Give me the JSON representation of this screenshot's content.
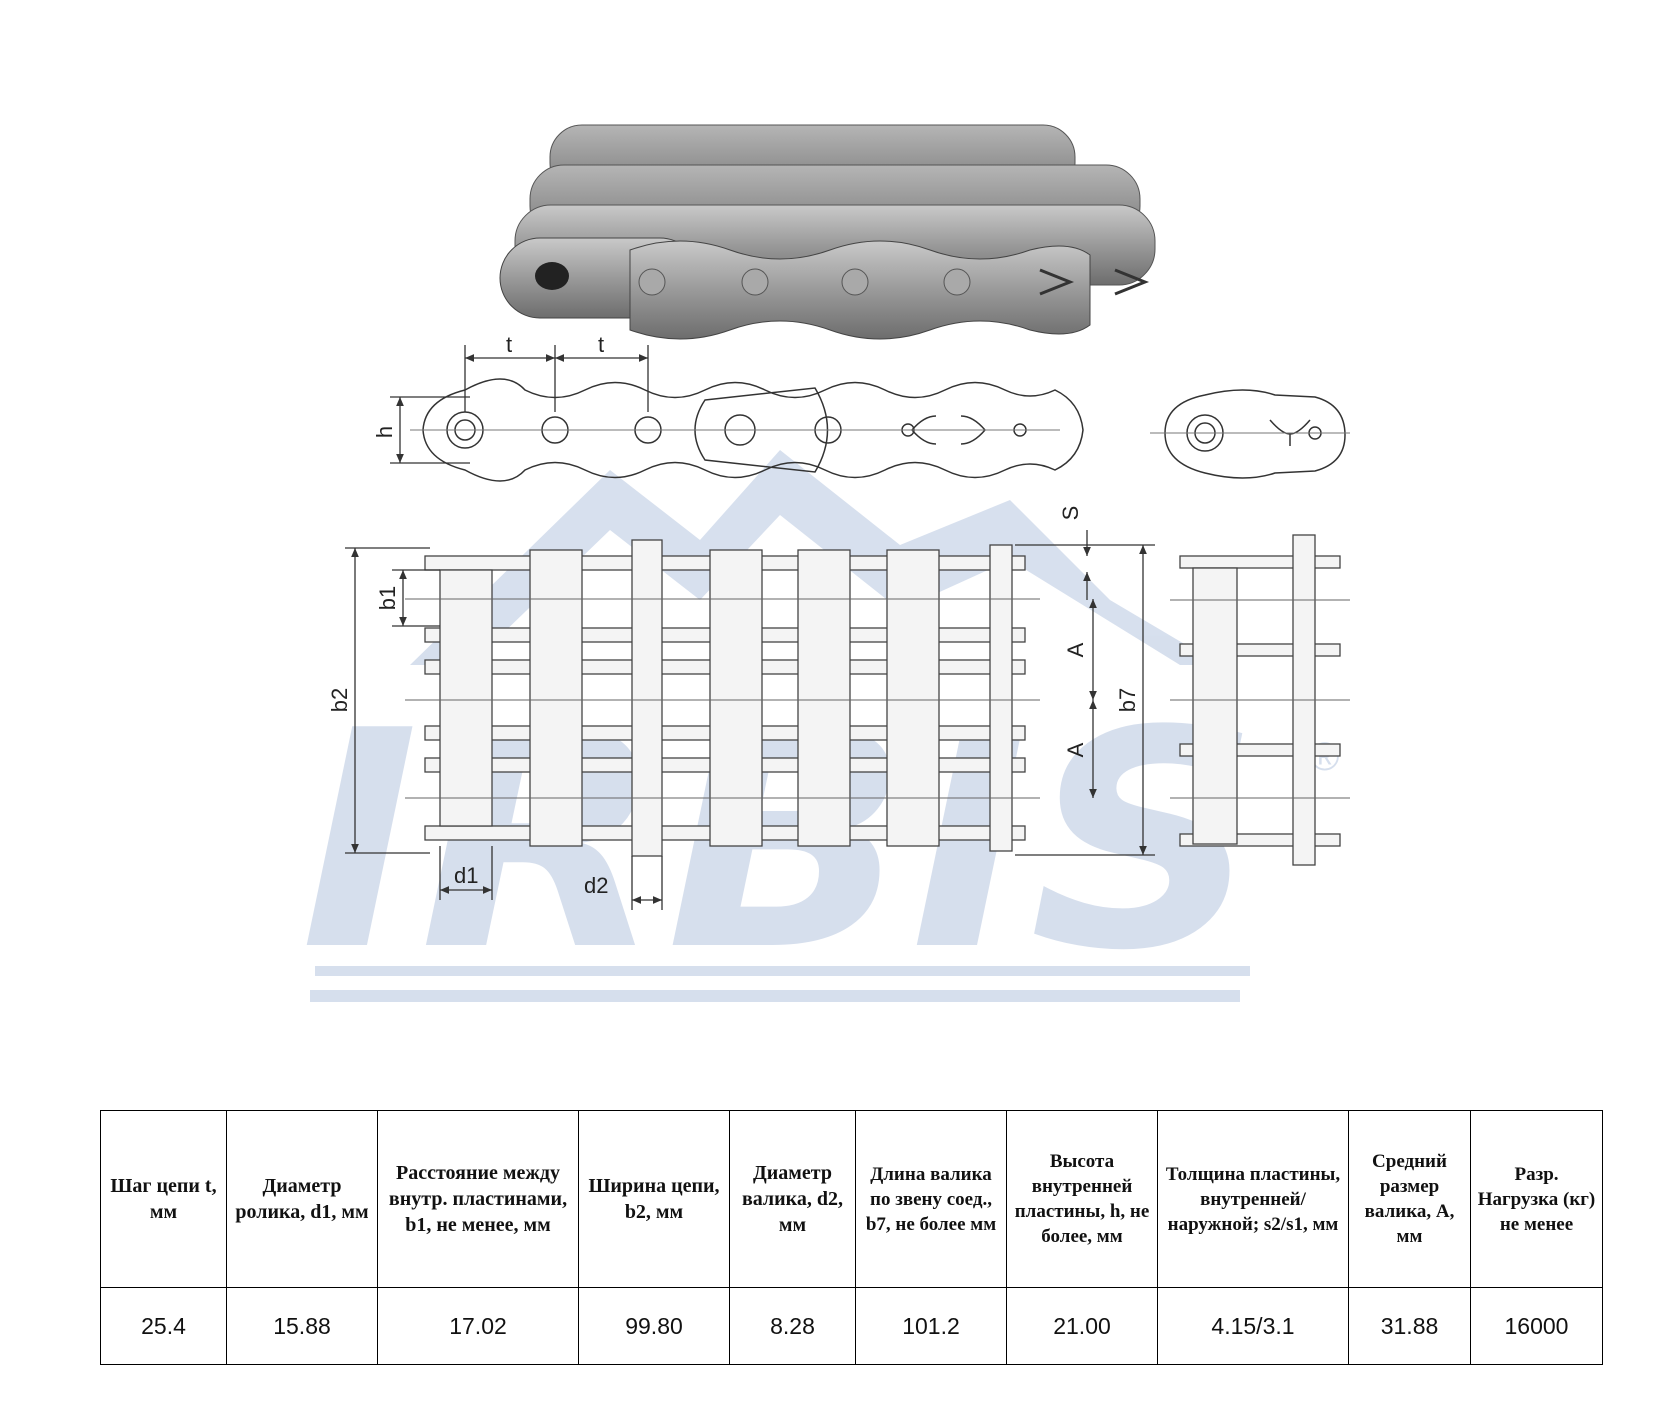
{
  "drawing": {
    "dim_labels": {
      "t1": "t",
      "t2": "t",
      "h": "h",
      "s": "S",
      "b1": "b1",
      "b2": "b2",
      "a1": "A",
      "a2": "A",
      "b7": "b7",
      "d1": "d1",
      "d2": "d2"
    },
    "watermark": "IRBIS",
    "watermark_mark": "®"
  },
  "table": {
    "headers": [
      "Шаг цепи t, мм",
      "Диаметр ролика, d1, мм",
      "Расстояние между внутр. пластинами, b1, не менее, мм",
      "Ширина цепи, b2, мм",
      "Диаметр валика, d2, мм",
      "Длина валика по звену соед., b7, не более мм",
      "Высота внутренней пластины, h, не более, мм",
      "Толщина пластины, внутренней/наружной; s2/s1, мм",
      "Средний размер валика, A, мм",
      "Разр. Нагрузка (кг) не менее"
    ],
    "row": [
      "25.4",
      "15.88",
      "17.02",
      "99.80",
      "8.28",
      "101.2",
      "21.00",
      "4.15/3.1",
      "31.88",
      "16000"
    ]
  }
}
